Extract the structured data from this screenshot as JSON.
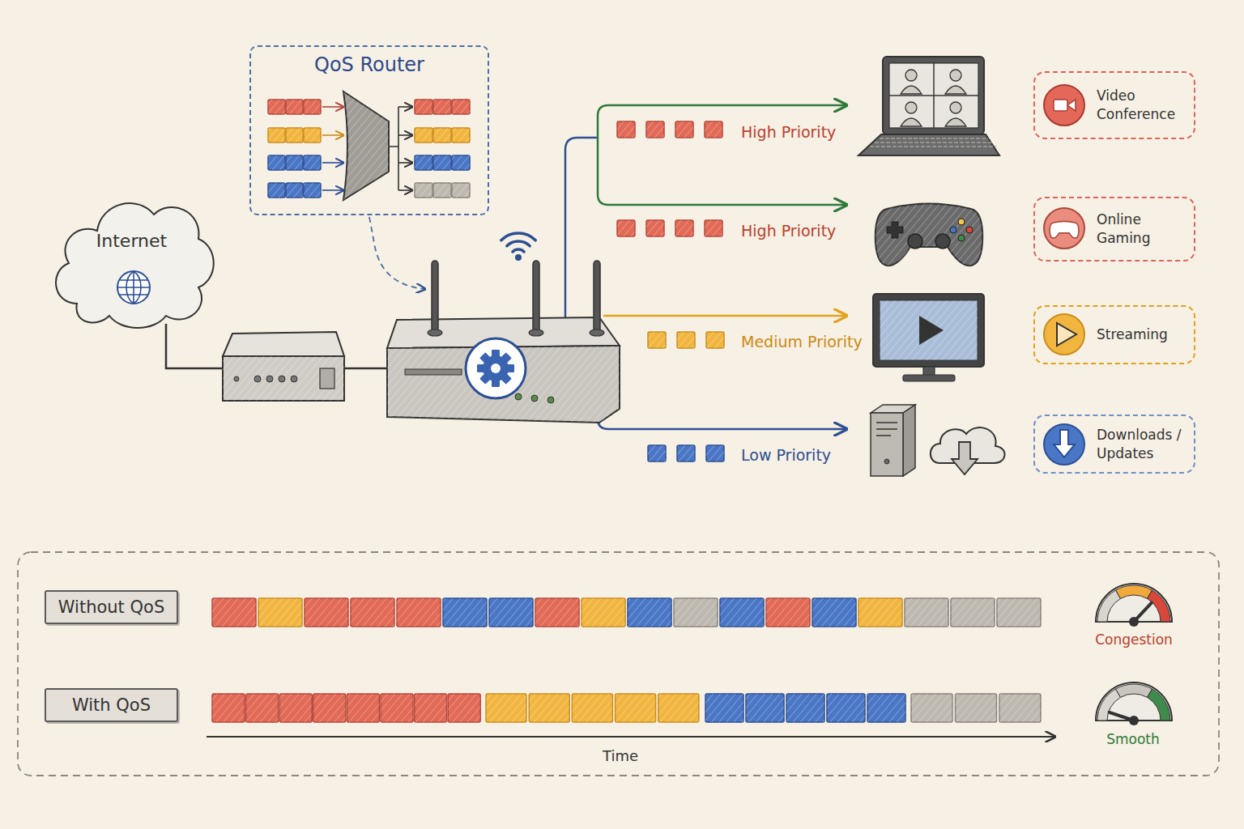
{
  "diagram": {
    "nodes": [
      {
        "text": [
          "QoS Router"
        ]
      },
      {
        "text": [
          "Internet"
        ]
      },
      {
        "text": [
          "Video Conference"
        ]
      },
      {
        "text": [
          "Online Gaming"
        ]
      },
      {
        "text": [
          "Streaming"
        ]
      },
      {
        "text": [
          "Downloads / Updates"
        ]
      },
      {
        "text": [
          "Without QoS"
        ]
      },
      {
        "text": [
          "With QoS"
        ]
      }
    ],
    "labels": [
      "High Priority",
      "High Priority",
      "Medium Priority",
      "Low Priority",
      "Congestion",
      "Smooth",
      "Time"
    ]
  }
}
